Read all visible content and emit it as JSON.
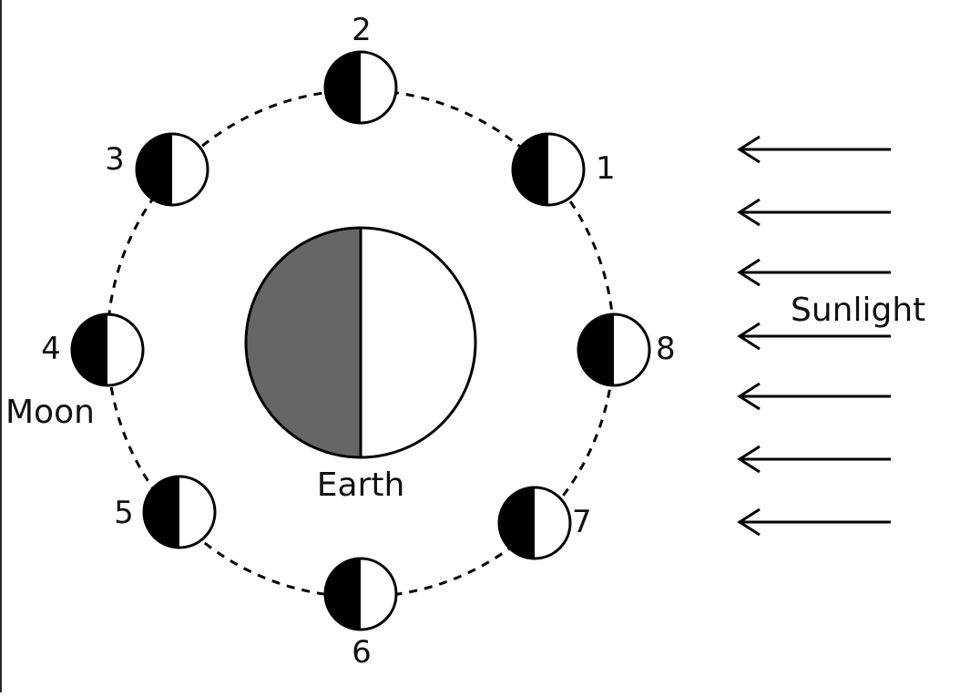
{
  "labels": {
    "earth": "Earth",
    "moon": "Moon",
    "sunlight": "Sunlight"
  },
  "moon_positions": [
    {
      "number": "1"
    },
    {
      "number": "2"
    },
    {
      "number": "3"
    },
    {
      "number": "4"
    },
    {
      "number": "5"
    },
    {
      "number": "6"
    },
    {
      "number": "7"
    },
    {
      "number": "8"
    }
  ],
  "colors": {
    "earth_night": "#666666",
    "moon_dark": "#000000",
    "lit": "#ffffff",
    "stroke": "#000000"
  }
}
